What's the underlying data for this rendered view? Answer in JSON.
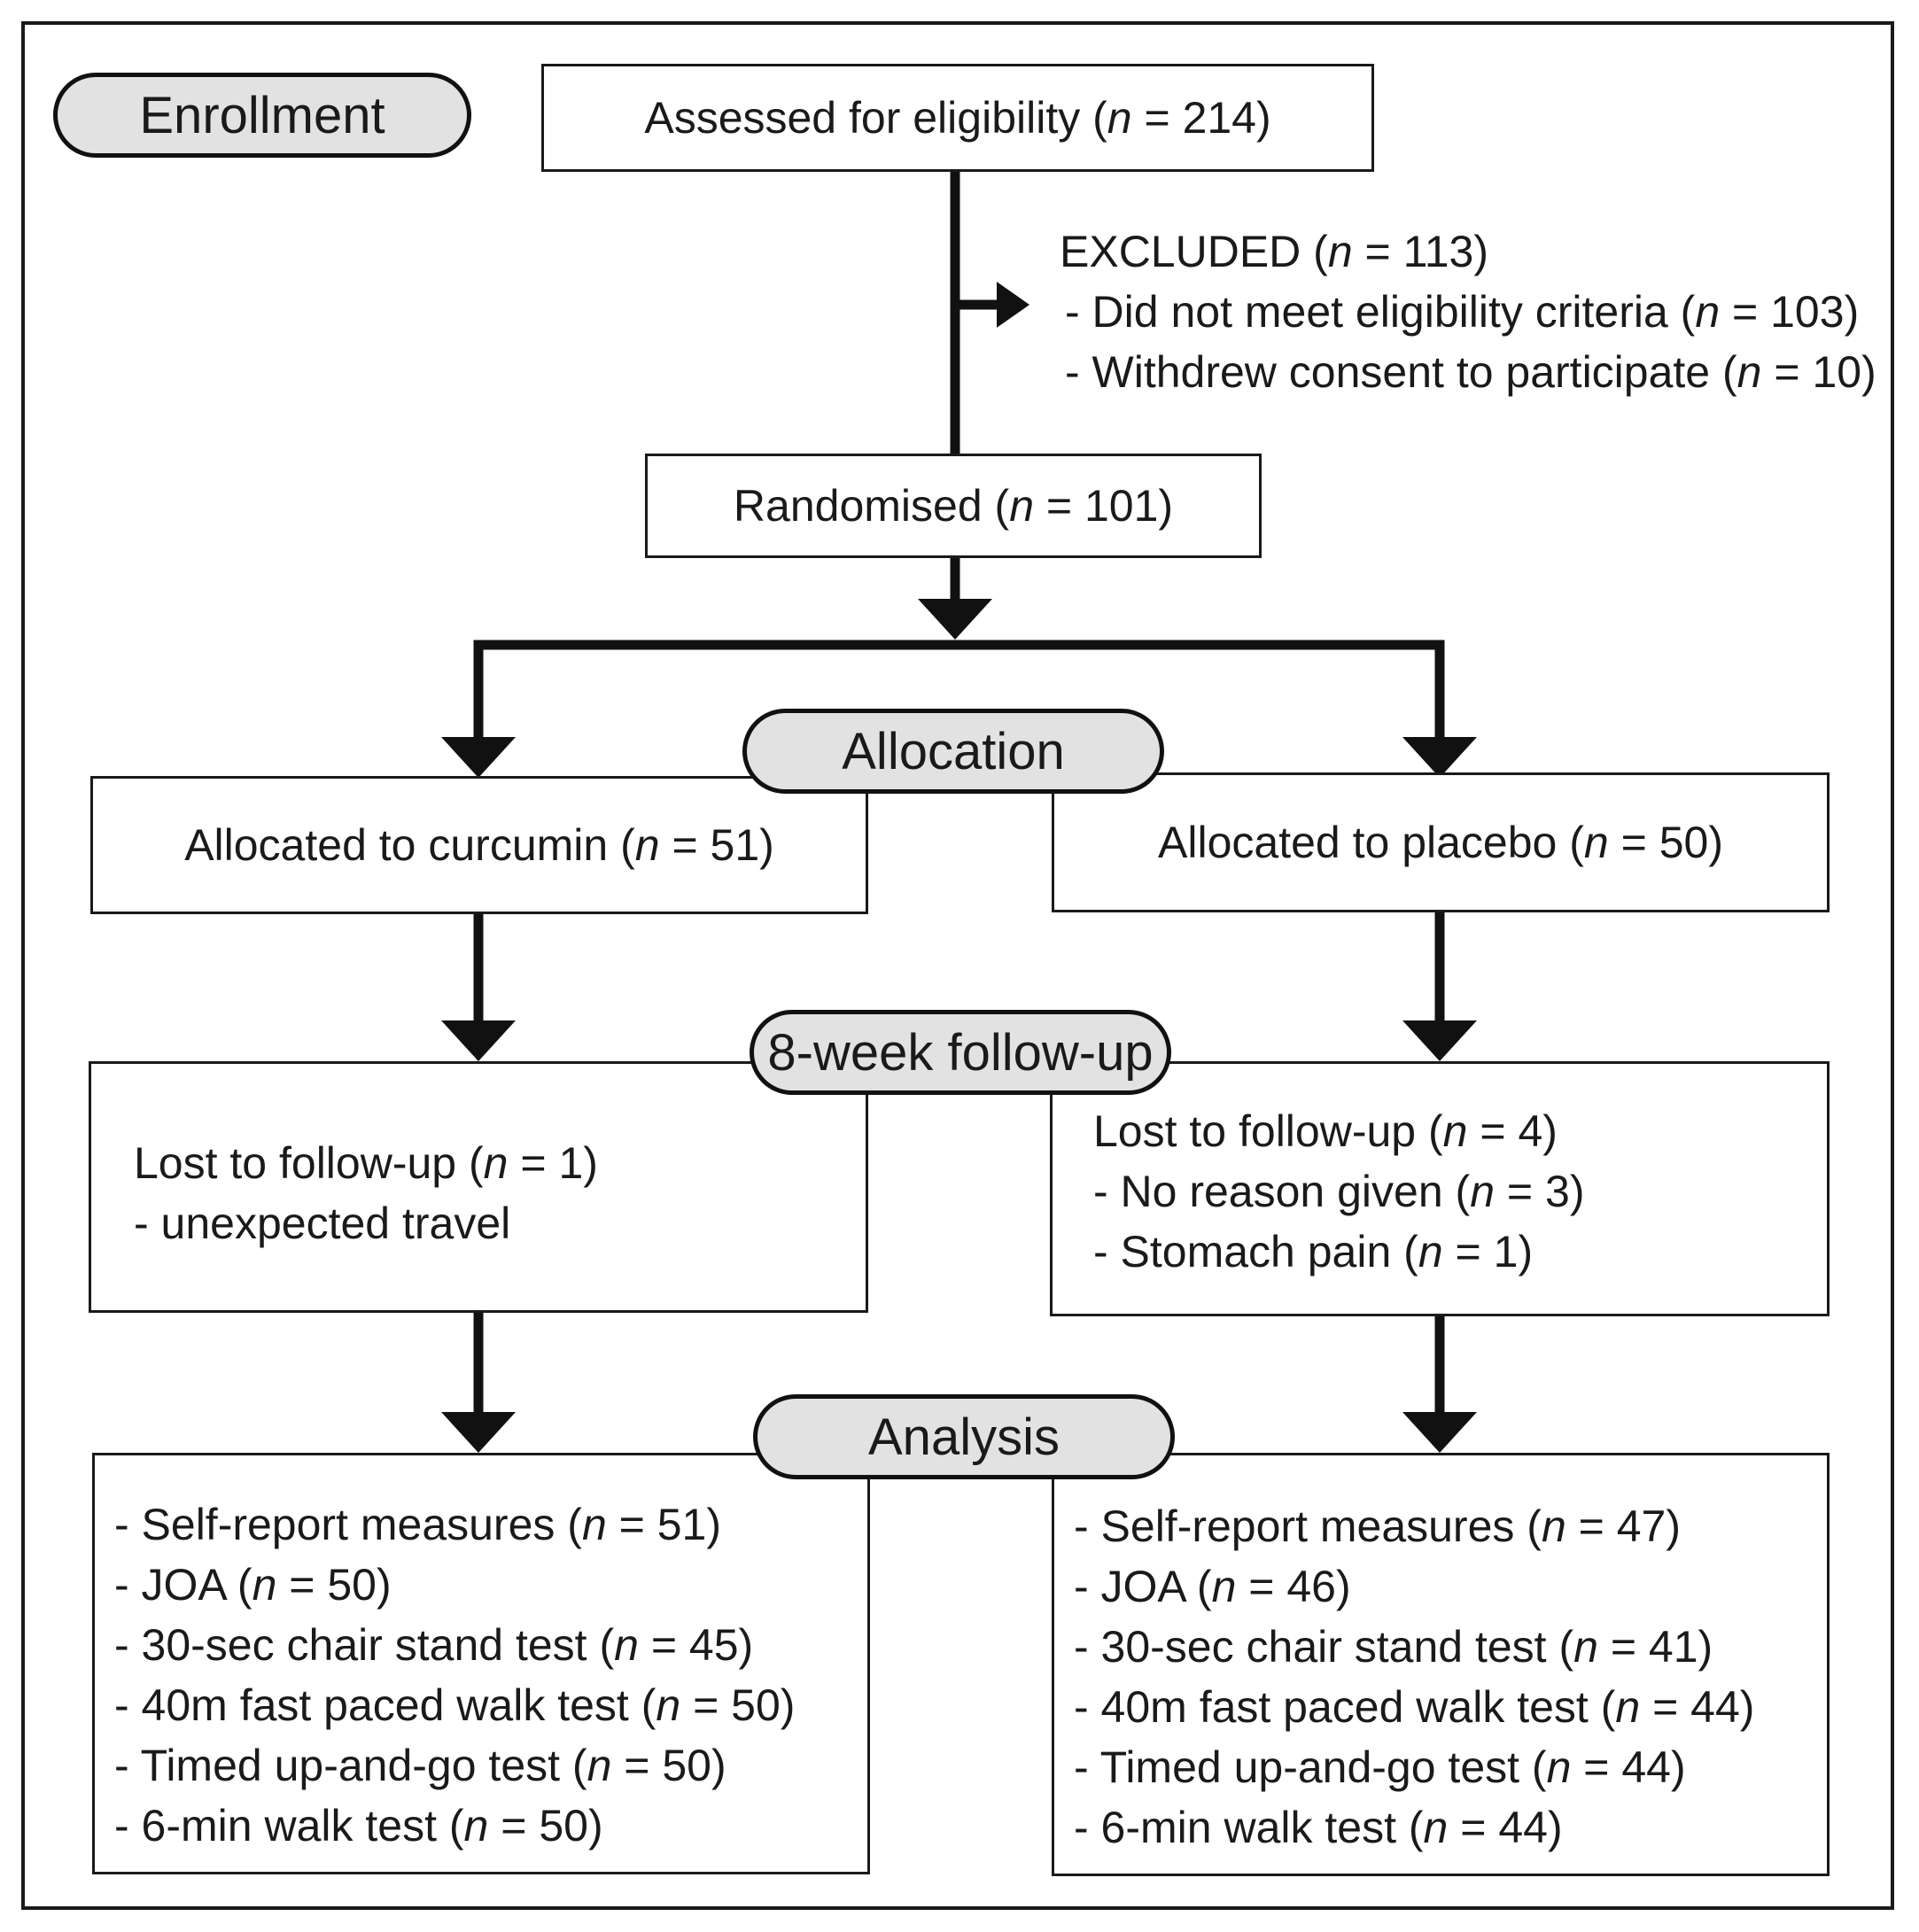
{
  "stages": {
    "enrollment": "Enrollment",
    "allocation": "Allocation",
    "followup": "8-week follow-up",
    "analysis": "Analysis"
  },
  "assessed": {
    "label": "Assessed for eligibility (",
    "n": "214"
  },
  "excluded": {
    "title": "EXCLUDED (",
    "n": "113",
    "items": [
      {
        "label": "- Did not meet eligibility criteria (",
        "n": "103"
      },
      {
        "label": "- Withdrew consent to participate (",
        "n": "10"
      }
    ]
  },
  "randomised": {
    "label": "Randomised (",
    "n": "101"
  },
  "curcumin": {
    "allocated": {
      "label": "Allocated to curcumin (",
      "n": "51"
    },
    "lost": {
      "label": "Lost to follow-up (",
      "n": "1"
    },
    "lost_reasons": [
      {
        "label": "- unexpected travel"
      }
    ],
    "analysis": [
      {
        "label": "- Self-report measures (",
        "n": "51"
      },
      {
        "label": "- JOA (",
        "n": "50"
      },
      {
        "label": "- 30-sec chair stand test (",
        "n": "45"
      },
      {
        "label": "- 40m fast paced walk test (",
        "n": "50"
      },
      {
        "label": "- Timed up-and-go test (",
        "n": "50"
      },
      {
        "label": "- 6-min walk test (",
        "n": "50"
      }
    ]
  },
  "placebo": {
    "allocated": {
      "label": "Allocated to placebo (",
      "n": "50"
    },
    "lost": {
      "label": "Lost to follow-up (",
      "n": "4"
    },
    "lost_reasons": [
      {
        "label": "- No reason given (",
        "n": "3"
      },
      {
        "label": "- Stomach pain (",
        "n": "1"
      }
    ],
    "analysis": [
      {
        "label": "- Self-report measures (",
        "n": "47"
      },
      {
        "label": "- JOA (",
        "n": "46"
      },
      {
        "label": "- 30-sec chair stand test (",
        "n": "41"
      },
      {
        "label": "- 40m fast paced walk test (",
        "n": "44"
      },
      {
        "label": "- Timed up-and-go test (",
        "n": "44"
      },
      {
        "label": "- 6-min walk test (",
        "n": "44"
      }
    ]
  },
  "symbols": {
    "n": "n",
    "eq": " = ",
    "close": ")"
  },
  "colors": {
    "stroke": "#1a1a1a",
    "pill_fill": "#e2e2e2",
    "background": "#ffffff"
  }
}
